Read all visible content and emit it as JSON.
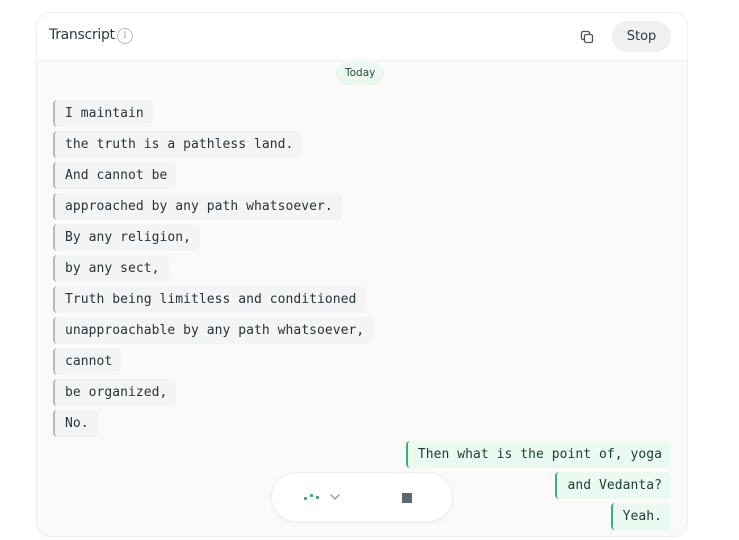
{
  "header": {
    "title": "Transcript",
    "info_icon": "info-icon",
    "copy_icon": "copy-icon",
    "stop_label": "Stop"
  },
  "date_separator": "Today",
  "transcript": {
    "lines": [
      {
        "speaker": "other",
        "text": "I maintain"
      },
      {
        "speaker": "other",
        "text": "the truth is a pathless land."
      },
      {
        "speaker": "other",
        "text": "And cannot be"
      },
      {
        "speaker": "other",
        "text": "approached by any path whatsoever."
      },
      {
        "speaker": "other",
        "text": "By any religion,"
      },
      {
        "speaker": "other",
        "text": "by any sect,"
      },
      {
        "speaker": "other",
        "text": "Truth being limitless and conditioned"
      },
      {
        "speaker": "other",
        "text": "unapproachable by any path whatsoever,"
      },
      {
        "speaker": "other",
        "text": "cannot"
      },
      {
        "speaker": "other",
        "text": "be organized,"
      },
      {
        "speaker": "other",
        "text": "No."
      },
      {
        "speaker": "self",
        "text": "Then what is the point of, yoga"
      },
      {
        "speaker": "self",
        "text": "and Vedanta?"
      },
      {
        "speaker": "self",
        "text": "Yeah."
      }
    ]
  },
  "controls": {
    "activity_icon": "audio-activity-dots-icon",
    "expand_icon": "chevron-down-icon",
    "stop_icon": "stop-square-icon"
  },
  "colors": {
    "accent_green": "#3eae7c",
    "self_bubble": "#eafaf1",
    "other_bubble": "#f3f4f5",
    "other_border": "#b5b9bc"
  }
}
